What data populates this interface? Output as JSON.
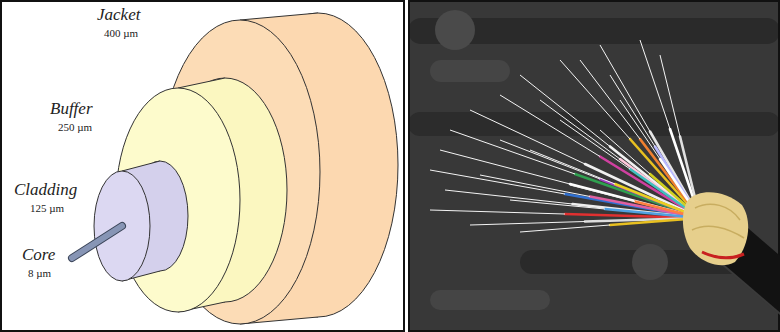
{
  "diagram": {
    "labels": [
      "Jacket",
      "400 µm",
      "Buffer",
      "250 µm",
      "Cladding",
      "125 µm",
      "Core",
      "8 µm"
    ]
  }
}
